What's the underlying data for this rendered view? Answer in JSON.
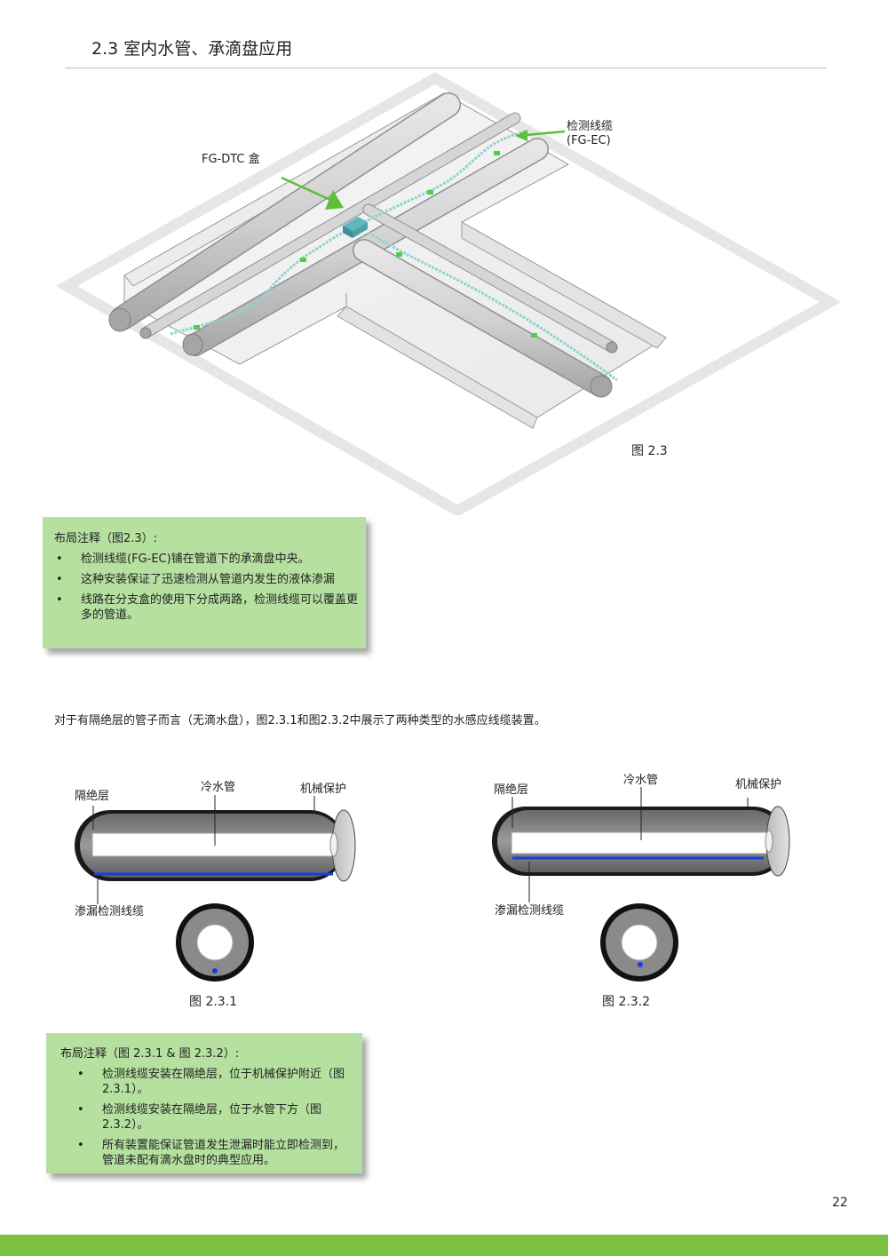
{
  "header": {
    "title": "2.3  室内水管、承滴盘应用"
  },
  "figure_2_3": {
    "label_box": "FG-DTC 盒",
    "label_cable_line1": "检测线缆",
    "label_cable_line2": "(FG-EC)",
    "caption": "图 2.3"
  },
  "note1": {
    "heading": "布局注释（图2.3）:",
    "bullet": "•",
    "items": [
      "检测线缆(FG-EC)铺在管道下的承滴盘中央。",
      "这种安装保证了迅速检测从管道内发生的液体渗漏",
      "线路在分支盒的使用下分成两路，检测线缆可以覆盖更多的管道。"
    ]
  },
  "intro_text": "对于有隔绝层的管子而言（无滴水盘），图2.3.1和图2.3.2中展示了两种类型的水感应线缆装置。",
  "figure_2_3_1": {
    "label_insulation": "隔绝层",
    "label_cold_pipe": "冷水管",
    "label_protection": "机械保护",
    "label_cable": "渗漏检测线缆",
    "caption": "图 2.3.1"
  },
  "figure_2_3_2": {
    "label_insulation": "隔绝层",
    "label_cold_pipe": "冷水管",
    "label_protection": "机械保护",
    "label_cable": "渗漏检测线缆",
    "caption": "图 2.3.2"
  },
  "note2": {
    "heading": "布局注释（图 2.3.1 & 图 2.3.2）:",
    "bullet": "•",
    "items": [
      "检测线缆安装在隔绝层，位于机械保护附近（图2.3.1）。",
      "检测线缆安装在隔绝层，位于水管下方（图2.3.2）。",
      "所有装置能保证管道发生泄漏时能立即检测到，管道未配有滴水盘时的典型应用。"
    ]
  },
  "footer": {
    "page_number": "22"
  },
  "colors": {
    "accent_green": "#7cc242",
    "note_bg": "#b5e0a0",
    "pointer_green": "#5bbf3a",
    "cable_cyan": "#8fd3cf",
    "sensor_blue": "#1a3de0"
  }
}
